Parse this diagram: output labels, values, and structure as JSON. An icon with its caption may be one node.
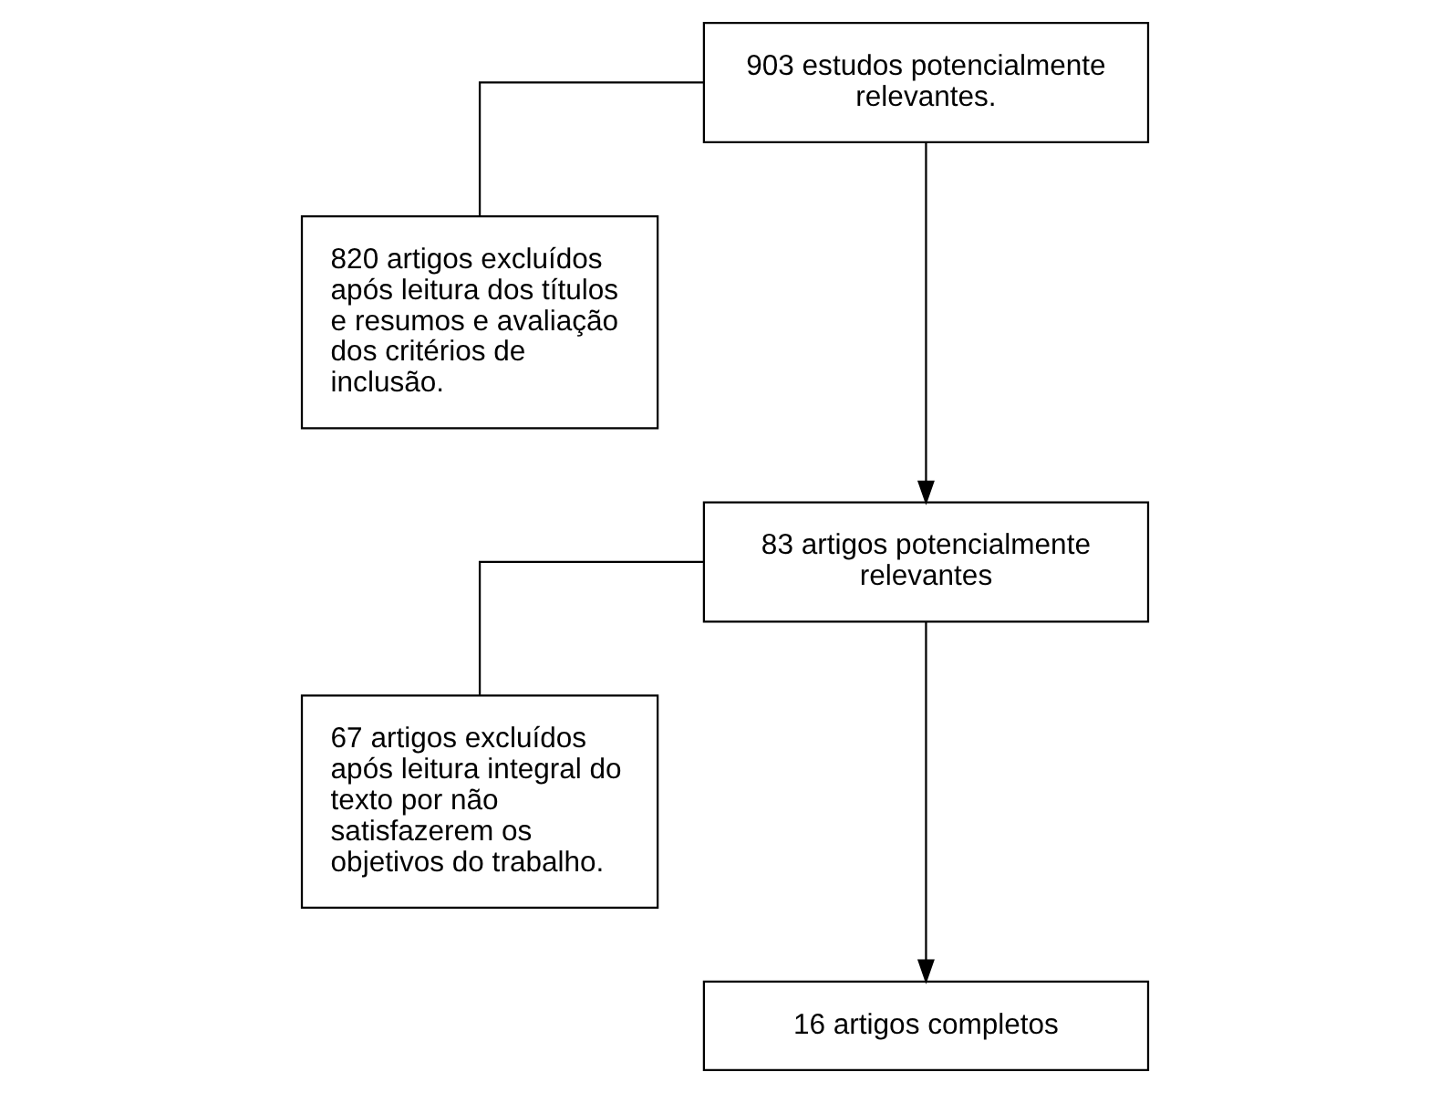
{
  "diagram": {
    "nodes": [
      {
        "text": [
          "903 estudos potencialmente relevantes."
        ]
      },
      {
        "text": [
          "820 artigos excluídos após leitura dos títulos e resumos e avaliação dos critérios de inclusão."
        ]
      },
      {
        "text": [
          "83 artigos potencialmente relevantes"
        ]
      },
      {
        "text": [
          "67 artigos excluídos após leitura integral do texto por não satisfazerem os objetivos do trabalho."
        ]
      },
      {
        "text": [
          "16 artigos completos"
        ]
      }
    ],
    "edges": [
      {
        "from": 0,
        "to": 1,
        "arrow": "none"
      },
      {
        "from": 0,
        "to": 2,
        "arrow": "to"
      },
      {
        "from": 2,
        "to": 3,
        "arrow": "none"
      },
      {
        "from": 2,
        "to": 4,
        "arrow": "to"
      }
    ]
  }
}
